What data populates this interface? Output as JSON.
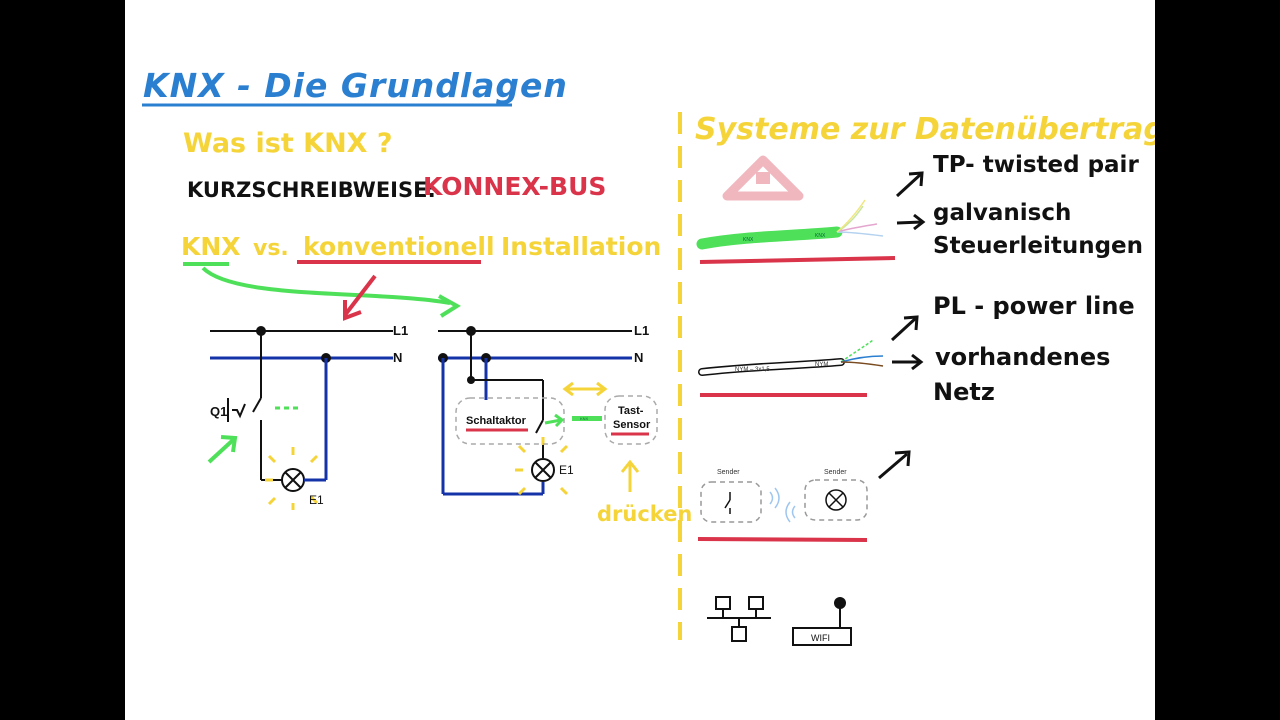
{
  "title": "KNX - Die Grundlagen",
  "question": "Was ist KNX ?",
  "short_label": "KURZSCHREIBWEISE:",
  "short_value": "KONNEX-BUS",
  "comparison": {
    "a": "KNX",
    "vs": "vs.",
    "b": "konventionell",
    "c": "Installation"
  },
  "right_heading": "Systeme zur Datenübertragung",
  "tp": {
    "line1": "TP- twisted pair",
    "line2": "galvanisch",
    "line3": "Steuerleitungen"
  },
  "pl": {
    "line1": "PL - power line",
    "line2": "vorhandenes",
    "line3": "Netz"
  },
  "press_label": "drücken",
  "circuit": {
    "l1": "L1",
    "n": "N",
    "q1": "Q1",
    "e1": "E1",
    "actuator": "Schaltaktor",
    "sensor_line1": "Tast-",
    "sensor_line2": "Sensor",
    "knx_cable": "KNX"
  },
  "cables": {
    "green_print_a": "KNX",
    "green_print_b": "KNX",
    "nym_print_a": "NYM – 3x1,5",
    "nym_print_b": "NYM"
  },
  "wireless": {
    "sender_a": "Sender",
    "sender_b": "Sender"
  },
  "wifi_label": "WIFI",
  "colors": {
    "blue": "#2b7fd0",
    "yellow": "#f5d43a",
    "red": "#d9344a",
    "green": "#4fe05a",
    "dark_blue": "#1533a8"
  }
}
